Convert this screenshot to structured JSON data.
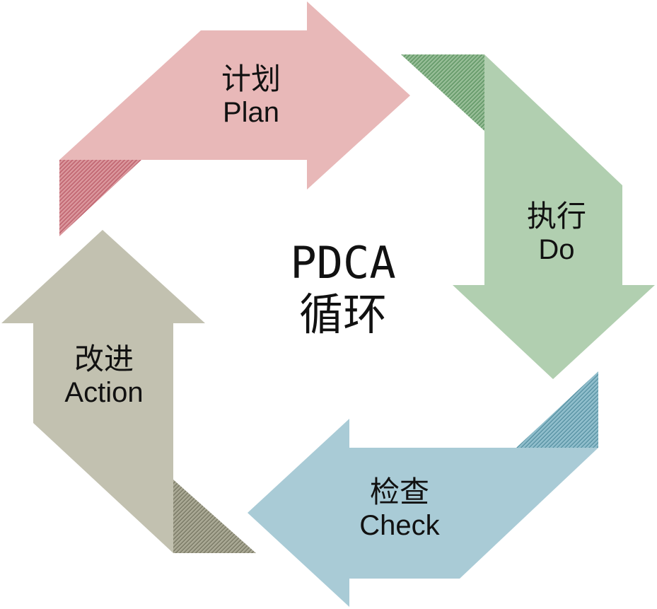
{
  "center": {
    "line1": "PDCA",
    "line2": "循环"
  },
  "stages": [
    {
      "id": "plan",
      "zh": "计划",
      "en": "Plan",
      "color": "#e8b8b8",
      "fold_color": "#c8707a"
    },
    {
      "id": "do",
      "zh": "执行",
      "en": "Do",
      "color": "#b1cfb0",
      "fold_color": "#6fa172"
    },
    {
      "id": "check",
      "zh": "检查",
      "en": "Check",
      "color": "#a9cbd6",
      "fold_color": "#6aa0b0"
    },
    {
      "id": "action",
      "zh": "改进",
      "en": "Action",
      "color": "#c2c1b0",
      "fold_color": "#8e8e79"
    }
  ]
}
